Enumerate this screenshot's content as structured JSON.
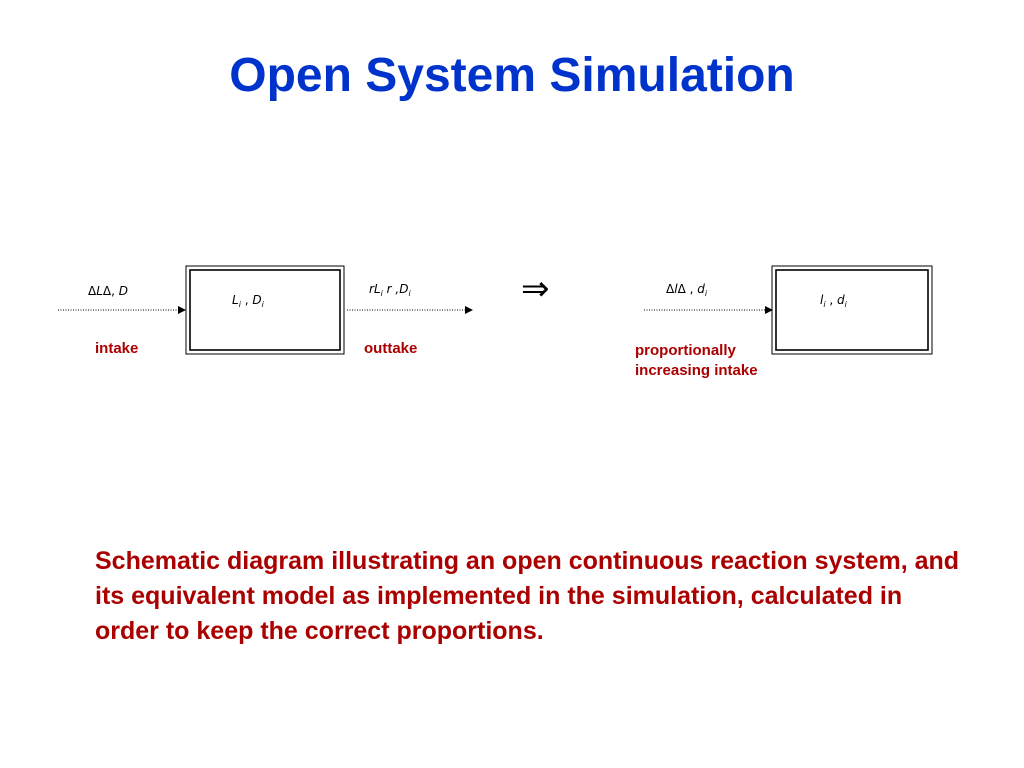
{
  "slide": {
    "title": "Open System Simulation",
    "caption": "Schematic diagram illustrating an open continuous reaction system, and its equivalent model as implemented in the simulation, calculated in order to keep the correct proportions."
  },
  "left_system": {
    "input_math": {
      "p1": "Δ",
      "p2": "L",
      "p3": "Δ",
      "p4": ", ",
      "p5": "D"
    },
    "box_math": {
      "p1": "L",
      "p2": "i",
      "p3": " , ",
      "p4": "D",
      "p5": "i"
    },
    "output_math": {
      "p1": "r",
      "p2": "L",
      "p3": "i",
      "p4": " r ,",
      "p5": "D",
      "p6": "i"
    },
    "intake_label": "intake",
    "outtake_label": "outtake"
  },
  "implies_symbol": "⇒",
  "right_system": {
    "input_math": {
      "p1": "Δ",
      "p2": "l",
      "p3": "Δ",
      "p4": " , ",
      "p5": "d",
      "p6": "i"
    },
    "box_math": {
      "p1": "l",
      "p2": "i",
      "p3": " , ",
      "p4": "d",
      "p5": "i"
    },
    "intake_label_lines": [
      "proportionally",
      "increasing intake"
    ]
  },
  "colors": {
    "title": "#0033cc",
    "labels": "#aa0000",
    "lines": "#000000"
  }
}
